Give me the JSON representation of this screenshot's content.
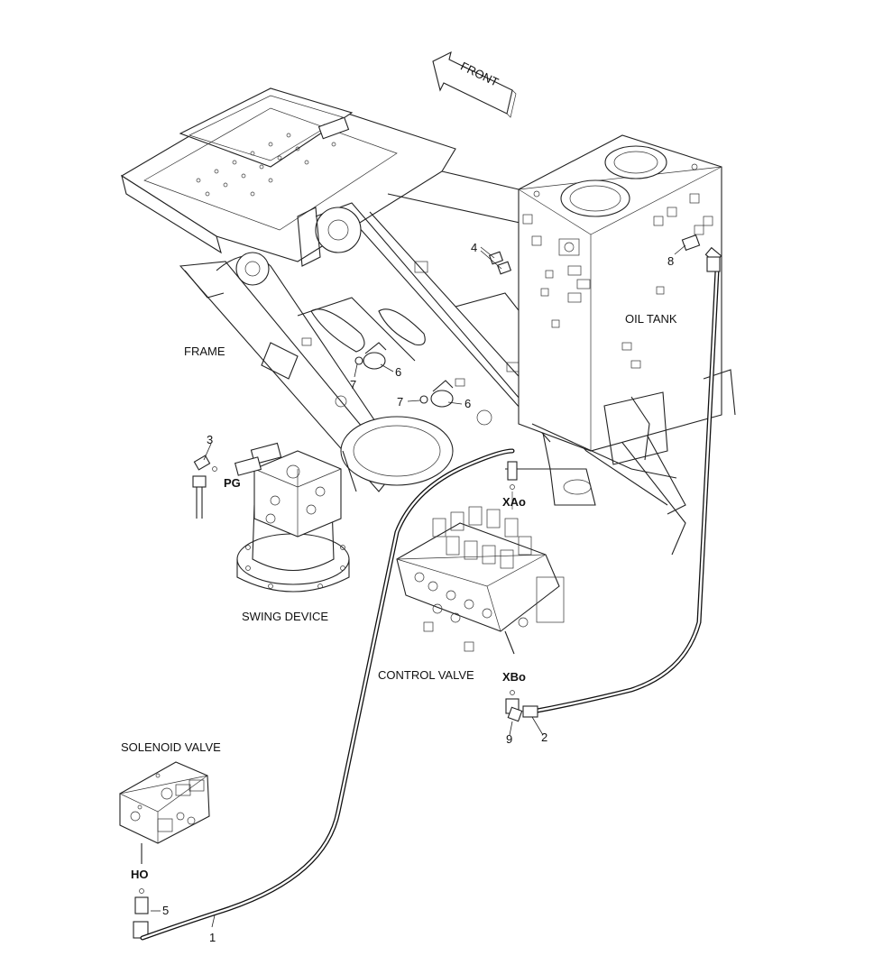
{
  "diagram": {
    "direction_label": "FRONT",
    "components": {
      "frame": "FRAME",
      "oil_tank": "OIL TANK",
      "swing_device": "SWING DEVICE",
      "control_valve": "CONTROL VALVE",
      "solenoid_valve": "SOLENOID VALVE"
    },
    "ports": {
      "pg": "PG",
      "xao": "XAo",
      "xbo": "XBo",
      "ho": "HO"
    },
    "callouts": {
      "c1": "1",
      "c2": "2",
      "c3": "3",
      "c4": "4",
      "c5": "5",
      "c6a": "6",
      "c6b": "6",
      "c7a": "7",
      "c7b": "7",
      "c8": "8",
      "c9": "9"
    }
  }
}
